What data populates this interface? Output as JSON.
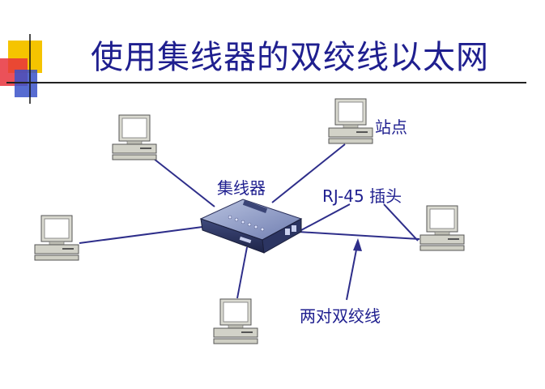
{
  "slide": {
    "title": "使用集线器的双绞线以太网"
  },
  "labels": {
    "station": "站点",
    "hub": "集线器",
    "rj45": "RJ-45 插头",
    "twisted_pair": "两对双绞线"
  },
  "colors": {
    "title": "#1f1f8f",
    "line": "#2e2e8a",
    "accent_yellow": "#f5c400",
    "accent_red": "#e8323c",
    "accent_blue": "#3a52c9"
  }
}
